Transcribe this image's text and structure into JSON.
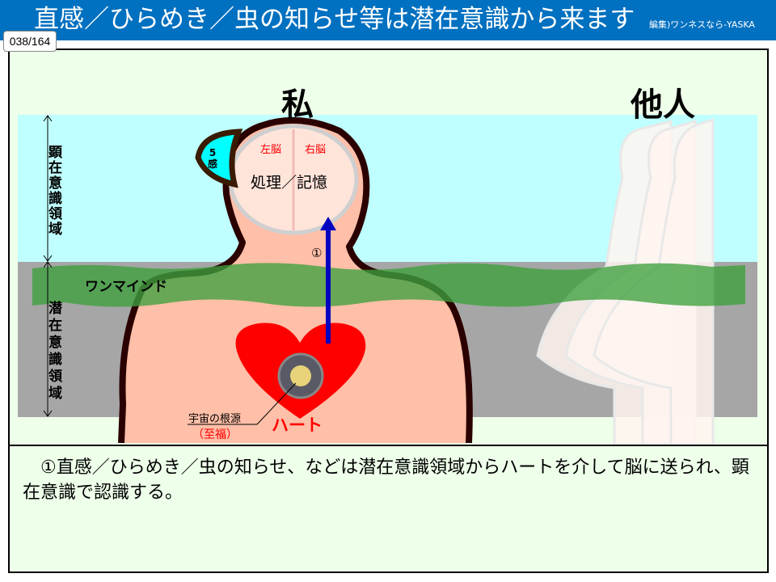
{
  "header": {
    "title": "直感／ひらめき／虫の知らせ等は潜在意識から来ます",
    "credit": "編集)ワンネスなら-YASKA"
  },
  "slide_number": "038/164",
  "diagram": {
    "self_label": "私",
    "others_label": "他人",
    "conscious_region": "顕在意識領域",
    "subconscious_region": "潜在意識領域",
    "one_mind": "ワンマインド",
    "five_senses": "5感",
    "left_brain": "左脳",
    "right_brain": "右脳",
    "brain_function": "処理／記憶",
    "step_marker": "①",
    "cosmic_source": "宇宙の根源",
    "bliss": "（至福）",
    "heart": "ハート",
    "colors": {
      "header": "#0070C0",
      "conscious": "#BFFFFF",
      "subconscious": "#A6A6A6",
      "one_mind": "#3DA03D",
      "body": "#FFBFA8",
      "outline": "#2A0000",
      "heart": "#FF0000",
      "arrow": "#0000C0"
    }
  },
  "caption": "①直感／ひらめき／虫の知らせ、などは潜在意識領域からハートを介して脳に送られ、顕在意識で認識する。"
}
